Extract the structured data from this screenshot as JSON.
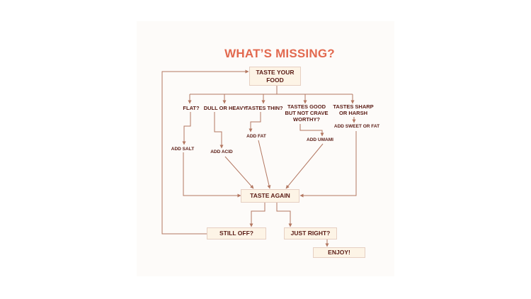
{
  "title": "WHAT’S MISSING?",
  "colors": {
    "title": "#e2694f",
    "text": "#5a1b14",
    "box_fill": "#fdf4e6",
    "box_border": "#e6cfc2",
    "arrow": "#b37761",
    "card": "#fdfbf9"
  },
  "start": "TASTE YOUR FOOD",
  "problems": [
    {
      "label": "FLAT?",
      "fix": "ADD SALT"
    },
    {
      "label": "DULL OR HEAVY",
      "fix": "ADD ACID"
    },
    {
      "label": "TASTES THIN?",
      "fix": "ADD FAT"
    },
    {
      "label": "TASTES GOOD BUT NOT CRAVE WORTHY?",
      "fix": "ADD UMAMI"
    },
    {
      "label": "TASTES SHARP OR HARSH",
      "fix": "ADD SWEET OR FAT"
    }
  ],
  "retaste": "TASTE AGAIN",
  "outcomes": {
    "still_off": "STILL OFF?",
    "just_right": "JUST RIGHT?",
    "enjoy": "ENJOY!"
  }
}
